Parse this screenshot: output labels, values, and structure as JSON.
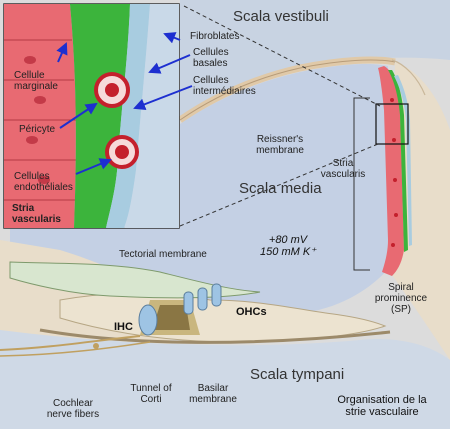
{
  "regions": {
    "scala_vestibuli": "Scala vestibuli",
    "scala_media": "Scala media",
    "scala_tympani": "Scala tympani"
  },
  "structures": {
    "reissner_line1": "Reissner's",
    "reissner_line2": "membrane",
    "stria_line1": "Stria",
    "stria_line2": "vascularis",
    "tectorial": "Tectorial membrane",
    "spiral_line1": "Spiral",
    "spiral_line2": "prominence",
    "spiral_line3": "(SP)",
    "ihc": "IHC",
    "ohcs": "OHCs",
    "tunnel_line1": "Tunnel of",
    "tunnel_line2": "Corti",
    "basilar_line1": "Basilar",
    "basilar_line2": "membrane",
    "cochlear_line1": "Cochlear",
    "cochlear_line2": "nerve fibers"
  },
  "potential": {
    "voltage": "+80 mV",
    "potassium": "150 mM K⁺"
  },
  "inset": {
    "fibroblastes": "Fibroblates",
    "basales_line1": "Cellules",
    "basales_line2": "basales",
    "intermediaires_line1": "Cellules",
    "intermediaires_line2": "intermédiaires",
    "marginale_line1": "Cellule",
    "marginale_line2": "marginale",
    "pericyte": "Péricyte",
    "endotheliales_line1": "Cellules",
    "endotheliales_line2": "endothéliales",
    "stria_line1": "Stria",
    "stria_line2": "vascularis"
  },
  "caption": {
    "line1": "Organisation de la",
    "line2": "strie vasculaire"
  },
  "colors": {
    "endolymph": "#c9d4e4",
    "bone": "#e6dccb",
    "marginal_cells": "#e86a72",
    "intermediate_cells": "#3cb43c",
    "basal_cells": "#a8cce0",
    "arrow": "#1d2fd0",
    "vessel": "#c4202c"
  }
}
